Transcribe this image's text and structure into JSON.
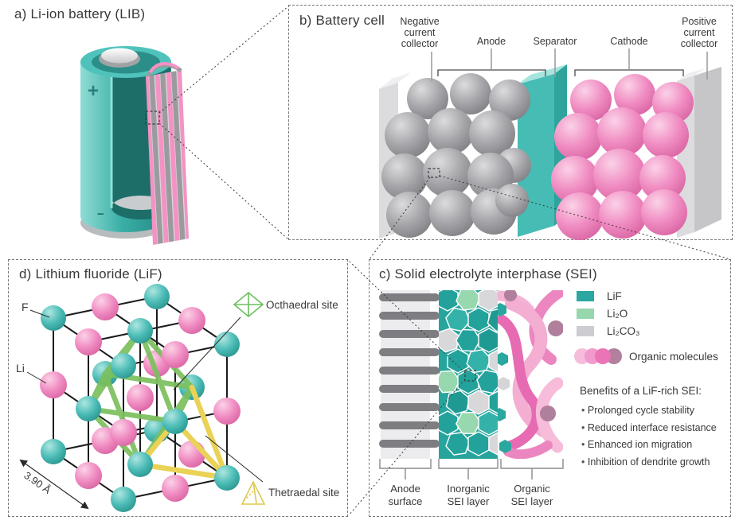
{
  "panel_a": {
    "title": "a) Li-ion battery (LIB)",
    "plus": "+",
    "minus": "−"
  },
  "panel_b": {
    "title": "b) Battery cell",
    "labels": {
      "negative_collector": "Negative\ncurrent\ncollector",
      "anode": "Anode",
      "separator": "Separator",
      "cathode": "Cathode",
      "positive_collector": "Positive\ncurrent\ncollector"
    }
  },
  "panel_c": {
    "title": "c) Solid electrolyte interphase (SEI)",
    "legend": [
      {
        "label": "LiF",
        "color": "#29a7a0"
      },
      {
        "label": "Li₂O",
        "color": "#97d7ae"
      },
      {
        "label": "Li₂CO₃",
        "color": "#cdcdd1"
      },
      {
        "label": "Organic molecules",
        "colors": [
          "#f5bddb",
          "#f09bcb",
          "#ea74b6",
          "#b2809d"
        ]
      }
    ],
    "benefits_title": "Benefits of a LiF-rich SEI:",
    "benefits": [
      "Prolonged cycle stability",
      "Reduced interface resistance",
      "Enhanced ion migration",
      "Inhibition of dendrite growth"
    ],
    "zones": [
      "Anode\nsurface",
      "Inorganic\nSEI layer",
      "Organic\nSEI layer"
    ]
  },
  "panel_d": {
    "title": "d) Lithium fluoride (LiF)",
    "f_label": "F",
    "li_label": "Li",
    "octahedral_label": "Octhaedral site",
    "tetrahedral_label": "Thetraedal site",
    "lattice_constant": "3.90 Å"
  },
  "colors": {
    "teal": "#2aa79f",
    "separator_teal": "#46bcb4",
    "pink": "#ef7fbc",
    "anode_gray": "#a2a2a6",
    "collector_gray": "#dcdcde",
    "li2o_green": "#97d7ae",
    "li2co3_gray": "#cdcdd1",
    "octahedron_green": "#7cc05e",
    "tetrahedron_yellow": "#ead257",
    "text": "#39393b"
  }
}
